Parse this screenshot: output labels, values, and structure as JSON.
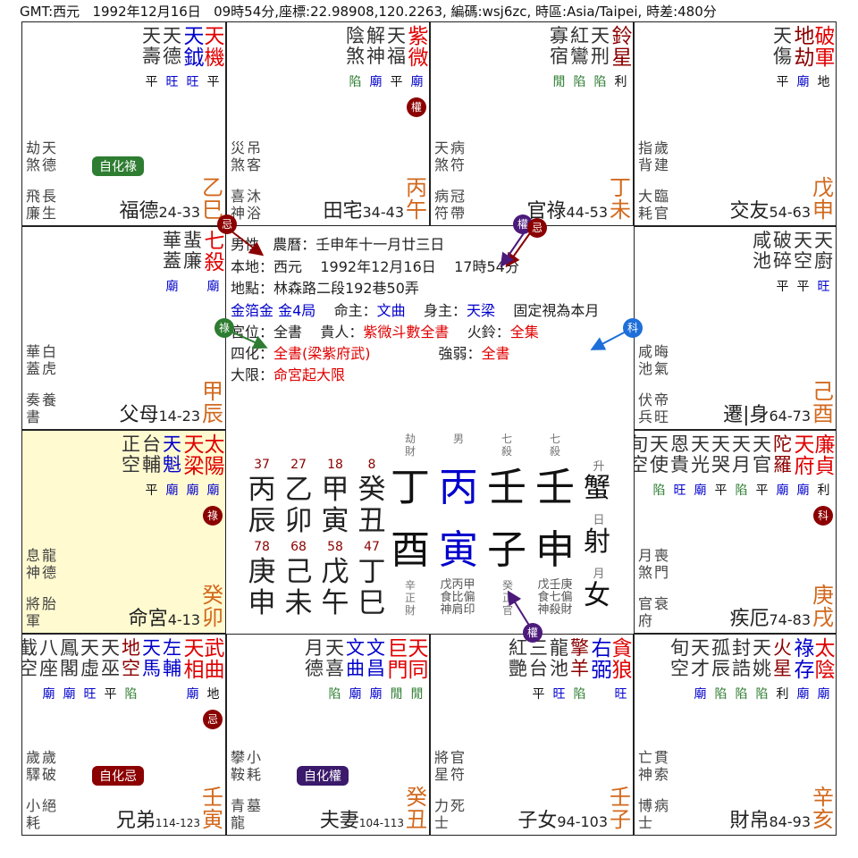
{
  "header": "GMT:西元   1992年12月16日   09時54分,座標:22.98908,120.2263, 編碼:wsj6zc, 時區:Asia/Taipei, 時差:480分",
  "colors": {
    "red": "#e00000",
    "maroon": "#8b0000",
    "blue": "#0000cc",
    "green": "#2e7d32",
    "orange": "#d2691e",
    "purple": "#3b1a6b"
  },
  "palaces": [
    {
      "id": "fude",
      "name": "福德",
      "range": "24-33",
      "gan": "乙",
      "zhi": "巳",
      "stars": [
        {
          "t": "天機",
          "c": "red",
          "b": "平"
        },
        {
          "t": "天鉞",
          "c": "blue",
          "b": "旺"
        },
        {
          "t": "天德",
          "c": "gray",
          "b": "旺"
        },
        {
          "t": "天壽",
          "c": "gray",
          "b": "平"
        }
      ],
      "mid": [
        [
          "劫",
          "煞"
        ],
        [
          "天",
          "德"
        ]
      ],
      "bot": [
        [
          "飛",
          "廉"
        ],
        [
          "長",
          "生"
        ]
      ],
      "badge": "自化祿"
    },
    {
      "id": "tianzhai",
      "name": "田宅",
      "range": "34-43",
      "gan": "丙",
      "zhi": "午",
      "stars": [
        {
          "t": "紫微",
          "c": "red",
          "b": "廟"
        },
        {
          "t": "天福",
          "c": "gray",
          "b": "平"
        },
        {
          "t": "解神",
          "c": "gray",
          "b": "廟"
        },
        {
          "t": "陰煞",
          "c": "gray",
          "b": "陷"
        }
      ],
      "mid": [
        [
          "災",
          "煞"
        ],
        [
          "吊",
          "客"
        ]
      ],
      "bot": [
        [
          "喜",
          "神"
        ],
        [
          "沐",
          "浴"
        ]
      ],
      "hua": "權"
    },
    {
      "id": "guanlu",
      "name": "官祿",
      "range": "44-53",
      "gan": "丁",
      "zhi": "未",
      "stars": [
        {
          "t": "鈴星",
          "c": "maroon",
          "b": "利"
        },
        {
          "t": "天刑",
          "c": "gray",
          "b": "陷"
        },
        {
          "t": "紅鸞",
          "c": "gray",
          "b": "陷"
        },
        {
          "t": "寡宿",
          "c": "gray",
          "b": "閒"
        }
      ],
      "mid": [
        [
          "天",
          "煞"
        ],
        [
          "病",
          "符"
        ]
      ],
      "bot": [
        [
          "病",
          "符"
        ],
        [
          "冠",
          "帶"
        ]
      ]
    },
    {
      "id": "jiaoyou",
      "name": "交友",
      "range": "54-63",
      "gan": "戊",
      "zhi": "申",
      "stars": [
        {
          "t": "破軍",
          "c": "red",
          "b": "地"
        },
        {
          "t": "地劫",
          "c": "maroon",
          "b": "廟"
        },
        {
          "t": "天傷",
          "c": "gray",
          "b": "平"
        }
      ],
      "mid": [
        [
          "指",
          "背"
        ],
        [
          "歲",
          "建"
        ]
      ],
      "bot": [
        [
          "大",
          "耗"
        ],
        [
          "臨",
          "官"
        ]
      ]
    },
    {
      "id": "fumu",
      "name": "父母",
      "range": "14-23",
      "gan": "甲",
      "zhi": "辰",
      "stars": [
        {
          "t": "七殺",
          "c": "red",
          "b": "廟"
        },
        {
          "t": "蜚廉",
          "c": "gray",
          "b": ""
        },
        {
          "t": "華蓋",
          "c": "gray",
          "b": "廟"
        }
      ],
      "mid": [
        [
          "華",
          "蓋"
        ],
        [
          "白",
          "虎"
        ]
      ],
      "bot": [
        [
          "奏",
          "書"
        ],
        [
          "養",
          ""
        ]
      ]
    },
    {
      "id": "qianyi",
      "name": "遷|身",
      "range": "64-73",
      "gan": "己",
      "zhi": "酉",
      "stars": [
        {
          "t": "天廚",
          "c": "gray",
          "b": "旺"
        },
        {
          "t": "天空",
          "c": "gray",
          "b": "平"
        },
        {
          "t": "破碎",
          "c": "gray",
          "b": "平"
        },
        {
          "t": "咸池",
          "c": "gray",
          "b": ""
        }
      ],
      "mid": [
        [
          "咸",
          "池"
        ],
        [
          "晦",
          "氣"
        ]
      ],
      "bot": [
        [
          "伏",
          "兵"
        ],
        [
          "帝",
          "旺"
        ]
      ]
    },
    {
      "id": "ming",
      "name": "命宮",
      "range": "4-13",
      "gan": "癸",
      "zhi": "卯",
      "stars": [
        {
          "t": "太陽",
          "c": "red",
          "b": "廟"
        },
        {
          "t": "天梁",
          "c": "red",
          "b": "廟"
        },
        {
          "t": "天魁",
          "c": "blue",
          "b": "廟"
        },
        {
          "t": "台輔",
          "c": "gray",
          "b": "平"
        },
        {
          "t": "正空",
          "c": "gray",
          "b": ""
        }
      ],
      "mid": [
        [
          "息",
          "神"
        ],
        [
          "龍",
          "德"
        ]
      ],
      "bot": [
        [
          "將",
          "軍"
        ],
        [
          "胎",
          ""
        ]
      ],
      "hua": "祿"
    },
    {
      "id": "jie",
      "name": "疾厄",
      "range": "74-83",
      "gan": "庚",
      "zhi": "戌",
      "stars": [
        {
          "t": "廉貞",
          "c": "red",
          "b": "利"
        },
        {
          "t": "天府",
          "c": "red",
          "b": "廟"
        },
        {
          "t": "陀羅",
          "c": "maroon",
          "b": "廟"
        },
        {
          "t": "天官",
          "c": "gray",
          "b": "平"
        },
        {
          "t": "天月",
          "c": "gray",
          "b": "陷"
        },
        {
          "t": "天哭",
          "c": "gray",
          "b": "平"
        },
        {
          "t": "天光",
          "c": "gray",
          "b": "廟"
        },
        {
          "t": "恩貴",
          "c": "gray",
          "b": "旺"
        },
        {
          "t": "天使",
          "c": "gray",
          "b": "陷"
        },
        {
          "t": "旬空",
          "c": "gray",
          "b": ""
        }
      ],
      "mid": [
        [
          "月",
          "煞"
        ],
        [
          "喪",
          "門"
        ]
      ],
      "bot": [
        [
          "官",
          "府"
        ],
        [
          "衰",
          ""
        ]
      ],
      "hua": "科"
    },
    {
      "id": "xiongdi",
      "name": "兄弟",
      "range": "114-123",
      "gan": "壬",
      "zhi": "寅",
      "stars": [
        {
          "t": "武曲",
          "c": "red",
          "b": "地"
        },
        {
          "t": "天相",
          "c": "red",
          "b": "廟"
        },
        {
          "t": "左輔",
          "c": "blue",
          "b": ""
        },
        {
          "t": "天馬",
          "c": "blue",
          "b": ""
        },
        {
          "t": "地空",
          "c": "maroon",
          "b": "陷"
        },
        {
          "t": "天巫",
          "c": "gray",
          "b": "平"
        },
        {
          "t": "天虛",
          "c": "gray",
          "b": "旺"
        },
        {
          "t": "鳳閣",
          "c": "gray",
          "b": "廟"
        },
        {
          "t": "八座",
          "c": "gray",
          "b": "廟"
        },
        {
          "t": "截空",
          "c": "gray",
          "b": ""
        }
      ],
      "mid": [
        [
          "歲",
          "驛"
        ],
        [
          "歲",
          "破"
        ]
      ],
      "bot": [
        [
          "小",
          "耗"
        ],
        [
          "絕",
          ""
        ]
      ],
      "badge": "自化忌",
      "hua": "忌"
    },
    {
      "id": "fuqi",
      "name": "夫妻",
      "range": "104-113",
      "gan": "癸",
      "zhi": "丑",
      "stars": [
        {
          "t": "天同",
          "c": "red",
          "b": "閒"
        },
        {
          "t": "巨門",
          "c": "red",
          "b": "閒"
        },
        {
          "t": "文昌",
          "c": "blue",
          "b": "廟"
        },
        {
          "t": "文曲",
          "c": "blue",
          "b": "廟"
        },
        {
          "t": "天喜",
          "c": "gray",
          "b": "陷"
        },
        {
          "t": "月德",
          "c": "gray",
          "b": ""
        }
      ],
      "mid": [
        [
          "攀",
          "鞍"
        ],
        [
          "小",
          "耗"
        ]
      ],
      "bot": [
        [
          "青",
          "龍"
        ],
        [
          "墓",
          ""
        ]
      ],
      "badge": "自化權"
    },
    {
      "id": "zinv",
      "name": "子女",
      "range": "94-103",
      "gan": "壬",
      "zhi": "子",
      "stars": [
        {
          "t": "貪狼",
          "c": "red",
          "b": "旺"
        },
        {
          "t": "右弼",
          "c": "blue",
          "b": ""
        },
        {
          "t": "擎羊",
          "c": "maroon",
          "b": "陷"
        },
        {
          "t": "龍池",
          "c": "gray",
          "b": "旺"
        },
        {
          "t": "三台",
          "c": "gray",
          "b": "平"
        },
        {
          "t": "紅艷",
          "c": "gray",
          "b": ""
        }
      ],
      "mid": [
        [
          "將",
          "星"
        ],
        [
          "官",
          "符"
        ]
      ],
      "bot": [
        [
          "力",
          "士"
        ],
        [
          "死",
          ""
        ]
      ]
    },
    {
      "id": "caibo",
      "name": "財帛",
      "range": "84-93",
      "gan": "辛",
      "zhi": "亥",
      "stars": [
        {
          "t": "太陰",
          "c": "red",
          "b": "廟"
        },
        {
          "t": "祿存",
          "c": "blue",
          "b": "廟"
        },
        {
          "t": "火星",
          "c": "maroon",
          "b": "利"
        },
        {
          "t": "天姚",
          "c": "gray",
          "b": "陷"
        },
        {
          "t": "封誥",
          "c": "gray",
          "b": "陷"
        },
        {
          "t": "孤辰",
          "c": "gray",
          "b": "陷"
        },
        {
          "t": "天才",
          "c": "gray",
          "b": "廟"
        },
        {
          "t": "旬空",
          "c": "gray",
          "b": ""
        }
      ],
      "mid": [
        [
          "亡",
          "神"
        ],
        [
          "貫",
          "索"
        ]
      ],
      "bot": [
        [
          "博",
          "士"
        ],
        [
          "病",
          ""
        ]
      ]
    }
  ],
  "center": {
    "l1": "男性   農曆：壬申年十一月廿三日",
    "l2": "本地：西元    1992年12月16日    17時54分",
    "l3": "地點：林森路二段192巷50弄",
    "l4a": "金箔金 金4局",
    "l4b": "命主：",
    "l4c": "文曲",
    "l4d": "身主：",
    "l4e": "天梁",
    "l4f": "固定視為本月",
    "l5a": "宮位：全書",
    "l5b": "貴人：",
    "l5c": "紫微斗數全書",
    "l5d": "火鈴：",
    "l5e": "全集",
    "l6a": "四化：",
    "l6b": "全書(梁紫府武)",
    "l6c": "強弱：",
    "l6d": "全書",
    "l7a": "大限：",
    "l7b": "命宮起大限"
  },
  "pillars": {
    "nums": [
      "37",
      "27",
      "18",
      "8"
    ],
    "gz1": [
      "丙",
      "乙",
      "甲",
      "癸"
    ],
    "gz2": [
      "辰",
      "卯",
      "寅",
      "丑"
    ],
    "nums2": [
      "78",
      "68",
      "58",
      "47"
    ],
    "gz3": [
      "庚",
      "己",
      "戊",
      "丁"
    ],
    "gz4": [
      "申",
      "未",
      "午",
      "巳"
    ],
    "top_small": [
      "劫財",
      "男",
      "七殺",
      "七殺"
    ],
    "main_top": [
      "丁",
      "丙",
      "壬",
      "壬"
    ],
    "main_bot": [
      "酉",
      "寅",
      "子",
      "申"
    ],
    "bot_small": [
      "辛正財",
      "戊丙甲食比偏神肩印",
      "癸正官",
      "戊壬庚食七偏神殺財"
    ],
    "side": [
      "升",
      "蟹",
      "日",
      "射",
      "月",
      "女"
    ]
  },
  "markers": {
    "lu": "祿",
    "ke": "科",
    "quan": "權",
    "ji": "忌"
  }
}
